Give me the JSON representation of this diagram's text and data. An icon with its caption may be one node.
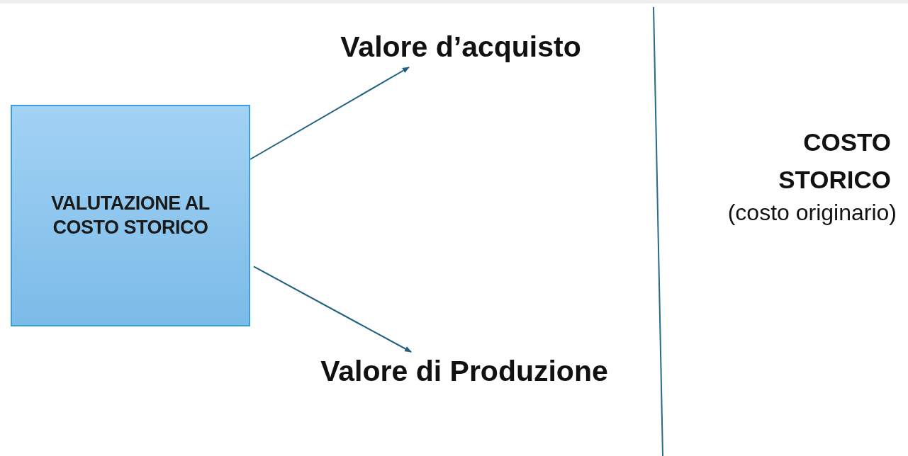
{
  "diagram": {
    "nodes": [
      {
        "text": [
          "VALUTAZIONE AL COSTO STORICO"
        ]
      },
      {
        "text": [
          "Valore d’acquisto"
        ]
      },
      {
        "text": [
          "Valore di Produzione"
        ]
      }
    ],
    "edges": [
      {
        "from": 0,
        "to": 1,
        "arrow": "to"
      },
      {
        "from": 0,
        "to": 2,
        "arrow": "to"
      }
    ],
    "labels": [
      "COSTO STORICO",
      "(costo originario)"
    ]
  }
}
